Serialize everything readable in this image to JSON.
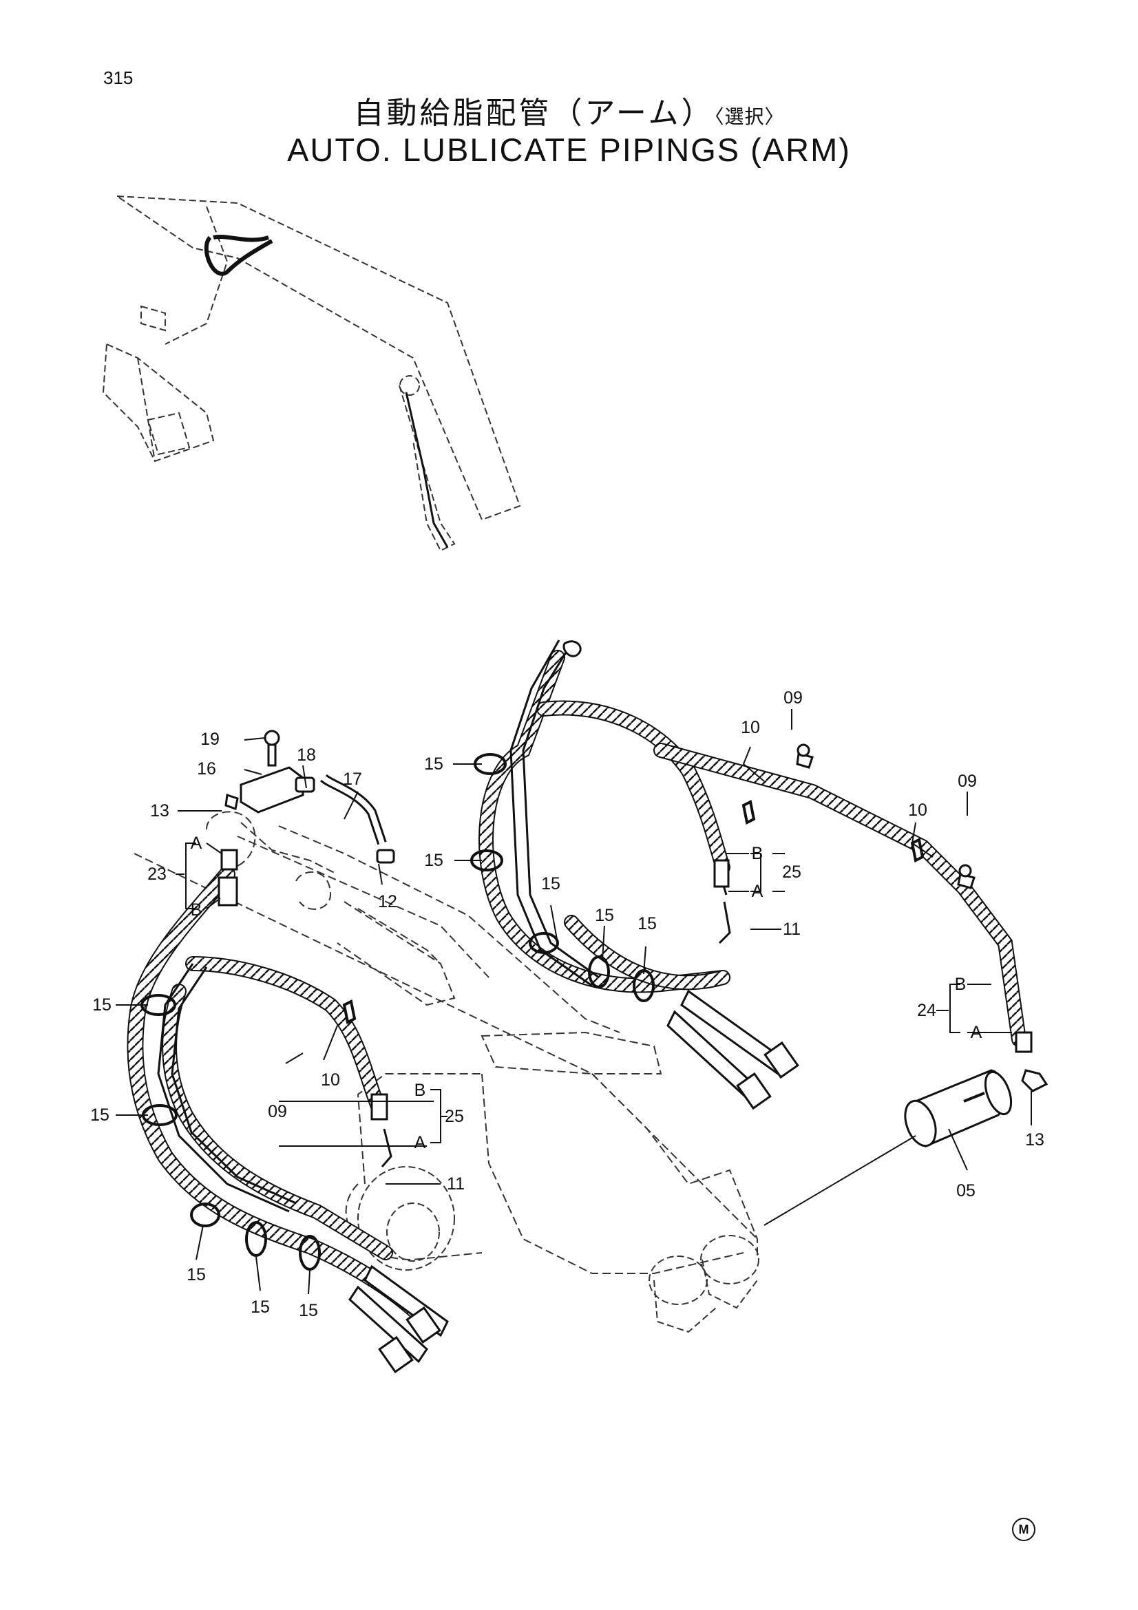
{
  "page_number": "315",
  "title_jp": "自動給脂配管（アーム）",
  "title_jp_suffix": "〈選択〉",
  "title_en": "AUTO. LUBLICATE PIPINGS (ARM)",
  "maker_mark": "M",
  "callouts": {
    "c09_a": "09",
    "c10_a": "10",
    "c09_b": "09",
    "c10_b": "10",
    "c15_a": "15",
    "c15_b": "15",
    "c15_c": "15",
    "c15_d": "15",
    "c15_e": "15",
    "cB_25a": "B",
    "cA_25a": "A",
    "c25_a": "25",
    "c11_a": "11",
    "cB_24": "B",
    "cA_24": "A",
    "c24": "24",
    "c13_a": "13",
    "c05": "05",
    "c19": "19",
    "c16": "16",
    "c18": "18",
    "c17": "17",
    "c13_b": "13",
    "cA_23": "A",
    "cB_23": "B",
    "c23": "23",
    "c12": "12",
    "c15_f": "15",
    "c15_g": "15",
    "c15_h": "15",
    "c15_i": "15",
    "c15_j": "15",
    "c10_c": "10",
    "c09_c": "09",
    "cB_25b": "B",
    "cA_25b": "A",
    "c25_b": "25",
    "c11_b": "11"
  }
}
